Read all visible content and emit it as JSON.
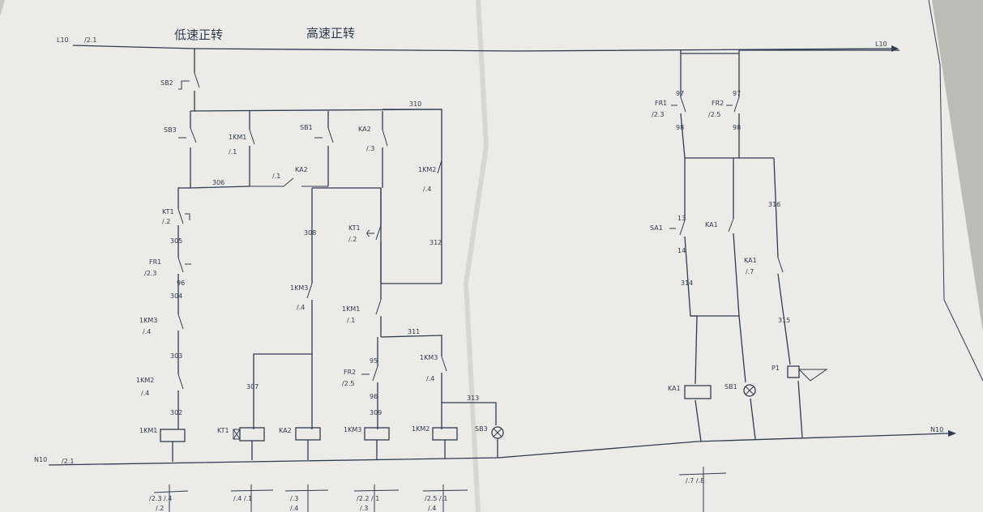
{
  "titles": {
    "low_speed": "低速正转",
    "high_speed": "高速正转"
  },
  "rails": {
    "l10": "L10",
    "l10_ref": "/2.1",
    "l10_right": "L10",
    "n10": "N10",
    "n10_ref": "/2.1",
    "n10_right": "N10"
  },
  "components": {
    "sb2": "SB2",
    "sb3": "SB3",
    "kt1_contact": "KT1",
    "kt1_contact_ref": "/.2",
    "fr1_left": "FR1",
    "fr1_left_ref": "/2.3",
    "km3_left": "1KM3",
    "km3_left_ref": "/.4",
    "km2_left": "1KM2",
    "km2_left_ref": "/.4",
    "km1_hold": "1KM1",
    "km1_hold_ref": "/.1",
    "sb1": "SB1",
    "ka2_hold": "KA2",
    "ka2_hold_ref": "/.3",
    "ka2_mid": "KA2",
    "ka2_mid_ref": "/.1",
    "km2_hold": "1KM2",
    "km2_hold_ref": "/.4",
    "kt1_timed": "KT1",
    "kt1_timed_ref": "/.2",
    "km3_nc": "1KM3",
    "km3_nc_ref": "/.4",
    "km1_nc": "1KM1",
    "km1_nc_ref": "/.1",
    "fr2_left": "FR2",
    "fr2_left_ref": "/2.5",
    "km3_hold": "1KM3",
    "km3_hold_ref": "/.4",
    "coil_km1": "1KM1",
    "coil_kt1": "KT1",
    "coil_ka2": "KA2",
    "coil_km3": "1KM3",
    "coil_km2": "1KM2",
    "lamp_sb3": "SB3",
    "fr1_right": "FR1",
    "fr1_right_ref": "/2.3",
    "fr2_right": "FR2",
    "fr2_right_ref": "/2.5",
    "sa1": "SA1",
    "ka1_hold": "KA1",
    "ka1_nc": "KA1",
    "ka1_nc_ref": "/.7",
    "coil_ka1": "KA1",
    "lamp_sb1": "SB1",
    "buzzer_p1": "P1"
  },
  "wires": {
    "w310": "310",
    "w306": "306",
    "w308": "308",
    "w312": "312",
    "w311": "311",
    "w313": "313",
    "w305": "305",
    "w304": "304",
    "w303": "303",
    "w302": "302",
    "w307": "307",
    "w309": "309",
    "w95": "95",
    "w96_a": "96",
    "w96_b": "96",
    "w97_a": "97",
    "w98_a": "98",
    "w97_b": "97",
    "w98_b": "98",
    "w316": "316",
    "w315": "315",
    "w314": "314",
    "w13": "13",
    "w14": "14"
  },
  "cross_refs": [
    {
      "top": "/2.3 /.4",
      "bottom": "/.2"
    },
    {
      "top": "/.4 /.1",
      "bottom": ""
    },
    {
      "top": "/.3",
      "bottom": "/.4"
    },
    {
      "top": "/2.2 /.1",
      "bottom": "/.3"
    },
    {
      "top": "/2.5 /.1",
      "bottom": "/.4"
    },
    {
      "top": "/.7 /.8",
      "bottom": ""
    }
  ],
  "colors": {
    "paper": "#ecebe8",
    "ink": "#2f3b50",
    "shadow": "#c9c7c2"
  }
}
